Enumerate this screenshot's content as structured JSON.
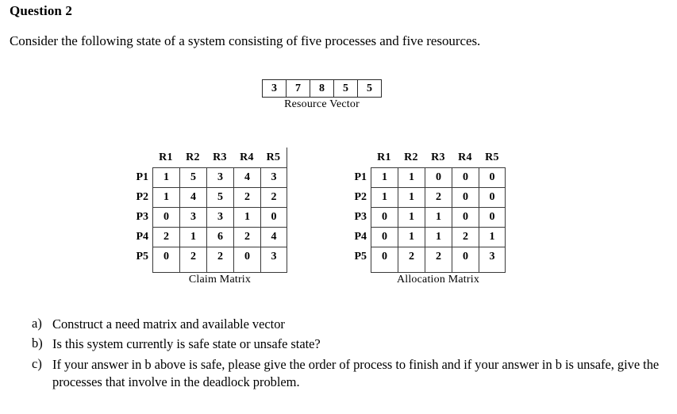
{
  "question": {
    "title": "Question 2",
    "intro": "Consider the following state of a system consisting of five processes and five resources."
  },
  "resource_vector": {
    "caption": "Resource Vector",
    "values": [
      "3",
      "7",
      "8",
      "5",
      "5"
    ]
  },
  "claim_matrix": {
    "caption": "Claim Matrix",
    "columns": [
      "R1",
      "R2",
      "R3",
      "R4",
      "R5"
    ],
    "rows": [
      "P1",
      "P2",
      "P3",
      "P4",
      "P5"
    ],
    "values": [
      [
        "1",
        "5",
        "3",
        "4",
        "3"
      ],
      [
        "1",
        "4",
        "5",
        "2",
        "2"
      ],
      [
        "0",
        "3",
        "3",
        "1",
        "0"
      ],
      [
        "2",
        "1",
        "6",
        "2",
        "4"
      ],
      [
        "0",
        "2",
        "2",
        "0",
        "3"
      ]
    ]
  },
  "allocation_matrix": {
    "caption": "Allocation Matrix",
    "columns": [
      "R1",
      "R2",
      "R3",
      "R4",
      "R5"
    ],
    "rows": [
      "P1",
      "P2",
      "P3",
      "P4",
      "P5"
    ],
    "values": [
      [
        "1",
        "1",
        "0",
        "0",
        "0"
      ],
      [
        "1",
        "1",
        "2",
        "0",
        "0"
      ],
      [
        "0",
        "1",
        "1",
        "0",
        "0"
      ],
      [
        "0",
        "1",
        "1",
        "2",
        "1"
      ],
      [
        "0",
        "2",
        "2",
        "0",
        "3"
      ]
    ]
  },
  "sub_questions": [
    {
      "marker": "a)",
      "text": "Construct a need matrix and available vector"
    },
    {
      "marker": "b)",
      "text": "Is this system currently is safe state or unsafe state?"
    },
    {
      "marker": "c)",
      "text": "If your answer in b above is safe, please give the order of process to finish and if your answer in b is unsafe, give the processes that involve in the deadlock problem."
    }
  ]
}
